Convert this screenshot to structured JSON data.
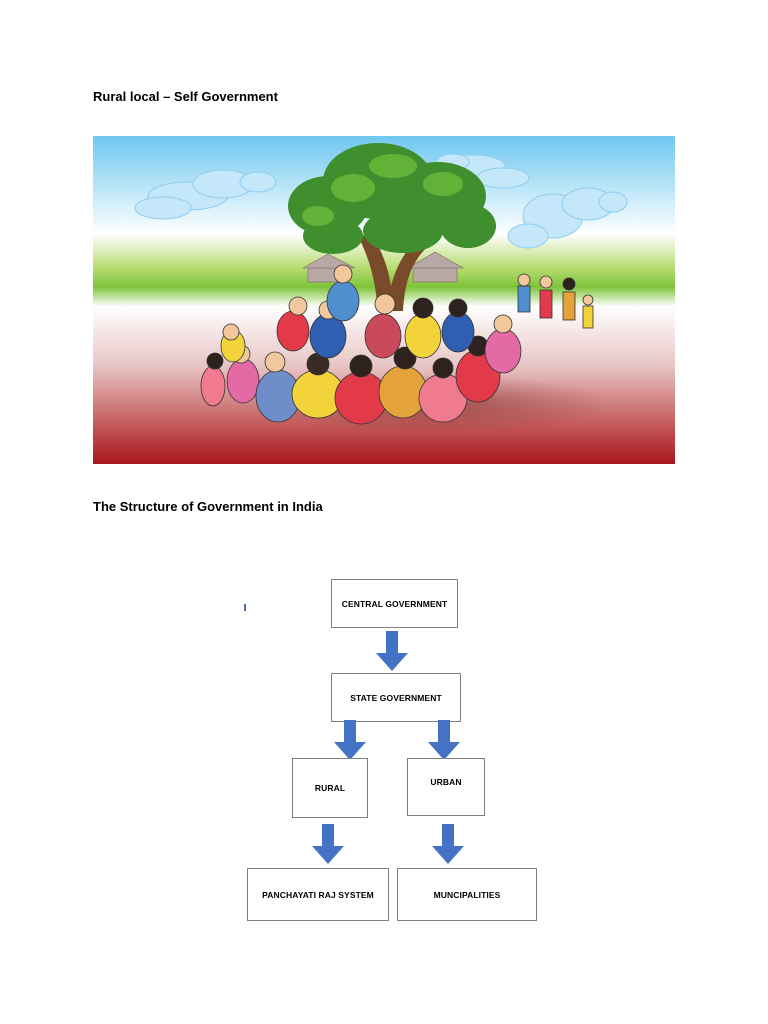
{
  "section1": {
    "title": "Rural local – Self Government"
  },
  "section2": {
    "title": "The Structure of Government in India"
  },
  "diagram": {
    "central": "CENTRAL GOVERNMENT",
    "state": "STATE GOVERNMENT",
    "rural": "RURAL",
    "urban": "URBAN",
    "panchayati": "PANCHAYATI RAJ SYSTEM",
    "municipalities": "MUNCIPALITIES"
  },
  "colors": {
    "arrow": "#4472c4",
    "box_border": "#7f7f7f"
  },
  "icons": {
    "illustration": "village-meeting-under-tree-illustration",
    "arrow": "down-arrow-icon"
  }
}
